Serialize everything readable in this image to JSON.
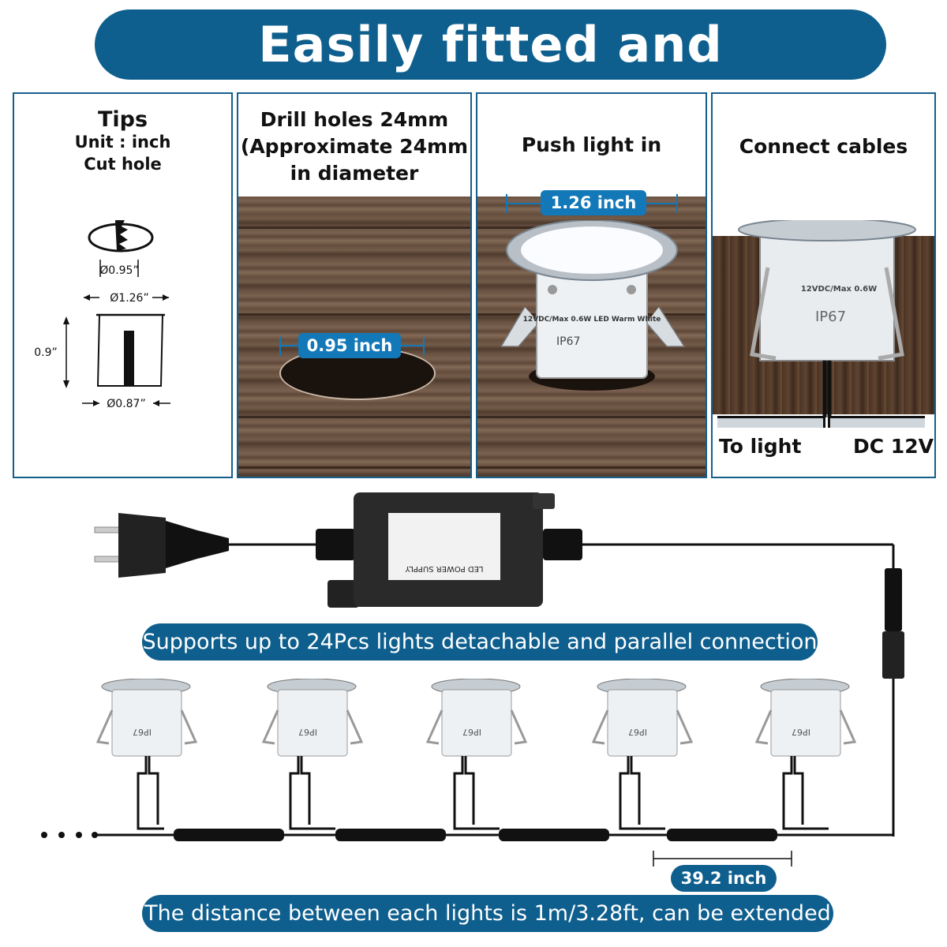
{
  "header": {
    "title": "Easily fitted and detachable"
  },
  "tips": {
    "title": "Tips",
    "unit": "Unit : inch",
    "cut": "Cut hole",
    "dim_hole": "Ø0.95”",
    "dim_top": "Ø1.26”",
    "dim_height": "0.9”",
    "dim_bottom": "Ø0.87”"
  },
  "steps": [
    {
      "title_lines": [
        "Drill holes 24mm",
        "(Approximate 24mm",
        "in diameter"
      ],
      "badge": "0.95 inch"
    },
    {
      "title_lines": [
        "Push light in"
      ],
      "badge": "1.26 inch",
      "light_text": "12VDC/Max 0.6W LED Warm White",
      "ip": "IP67"
    },
    {
      "title_lines": [
        "Connect cables"
      ],
      "left_label": "To light",
      "right_label": "DC 12V",
      "light_text": "12VDC/Max 0.6W",
      "ip": "IP67"
    }
  ],
  "power_supply": {
    "label": "LED POWER SUPPLY"
  },
  "banners": {
    "support": "Supports up to 24Pcs lights detachable and parallel connection",
    "distance_badge": "39.2 inch",
    "distance": "The distance between each lights is 1m/3.28ft, can be extended"
  },
  "lights": [
    {
      "ip": "IP67"
    },
    {
      "ip": "IP67"
    },
    {
      "ip": "IP67"
    },
    {
      "ip": "IP67"
    },
    {
      "ip": "IP67"
    }
  ],
  "colors": {
    "brand_blue": "#0f5f8e",
    "badge_blue": "#1278b8",
    "wood": "#6b5443"
  }
}
